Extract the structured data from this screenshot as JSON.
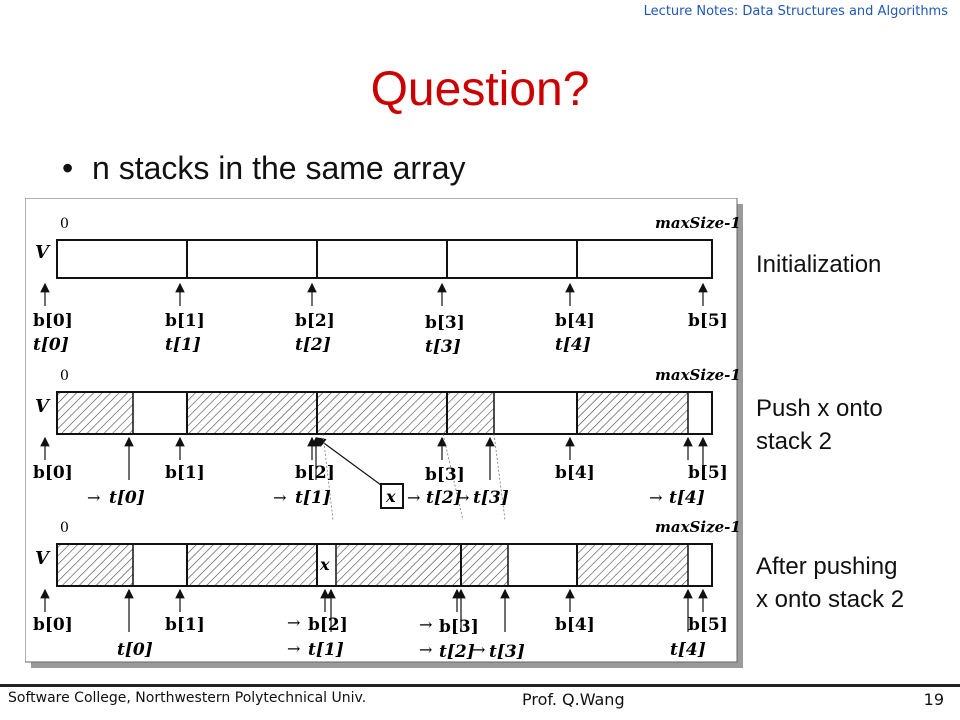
{
  "header": {
    "course_note": "Lecture Notes: Data Structures and Algorithms"
  },
  "slide": {
    "title": "Question?",
    "bullet": "n stacks in the same array"
  },
  "captions": {
    "initialization": "Initialization",
    "push_line1": "Push x onto",
    "push_line2": "stack 2",
    "after_line1": "After pushing",
    "after_line2": "x onto stack 2"
  },
  "figure": {
    "origin_label": "0",
    "end_label": "maxSize-1",
    "array_label": "V",
    "pushed_item": "x",
    "panel1": {
      "b_labels": [
        "b[0]",
        "b[1]",
        "b[2]",
        "b[3]",
        "b[4]",
        "b[5]"
      ],
      "t_labels": [
        "t[0]",
        "t[1]",
        "t[2]",
        "t[3]",
        "t[4]"
      ]
    },
    "panel2": {
      "b_labels": [
        "b[0]",
        "b[1]",
        "b[2]",
        "b[3]",
        "b[4]",
        "b[5]"
      ],
      "t_labels": [
        "t[0]",
        "t[1]",
        "t[2]",
        "t[3]",
        "t[4]"
      ]
    },
    "panel3": {
      "b_labels": [
        "b[0]",
        "b[1]",
        "b[2]",
        "b[3]",
        "b[4]",
        "b[5]"
      ],
      "t_labels": [
        "t[0]",
        "t[1]",
        "t[2]",
        "t[3]",
        "t[4]"
      ]
    }
  },
  "footer": {
    "institution": "Software College, Northwestern Polytechnical Univ.",
    "author": "Prof. Q.Wang",
    "page_number": "19"
  }
}
